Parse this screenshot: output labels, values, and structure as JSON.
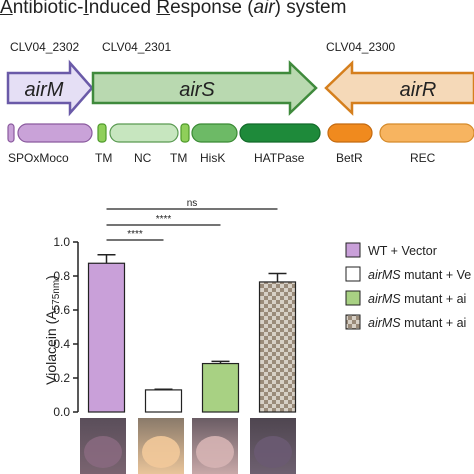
{
  "title": {
    "c1": "A",
    "p1": "ntibiotic-",
    "c2": "I",
    "p2": "nduced ",
    "c3": "R",
    "p3": "esponse (",
    "italic": "air",
    "p4": ") system"
  },
  "operon": {
    "genes": [
      {
        "locus": "CLV04_2302",
        "name": "airM",
        "fill": "#e5dff5",
        "stroke": "#6a5aa8",
        "direction": "right"
      },
      {
        "locus": "CLV04_2301",
        "name": "airS",
        "fill": "#b9d9b0",
        "stroke": "#3f8a3c",
        "direction": "right"
      },
      {
        "locus": "CLV04_2300",
        "name": "airR",
        "fill": "#f5d9b8",
        "stroke": "#d57f1d",
        "direction": "left"
      }
    ],
    "domains": [
      {
        "label": "SPOxMoco",
        "fill": "#c9a2d8",
        "stroke": "#8a5a9e"
      },
      {
        "label": "TM",
        "fill": "#8fcf5a",
        "stroke": "#4e9a2a"
      },
      {
        "label": "NC",
        "fill": "#c7e6bf",
        "stroke": "#5a9a52"
      },
      {
        "label": "TM",
        "fill": "#8fcf5a",
        "stroke": "#4e9a2a"
      },
      {
        "label": "HisK",
        "fill": "#6dba66",
        "stroke": "#3a8a34"
      },
      {
        "label": "HATPase",
        "fill": "#1e8a3a",
        "stroke": "#136b2a"
      },
      {
        "label": "BetR",
        "fill": "#f08a1e",
        "stroke": "#c46a10"
      },
      {
        "label": "REC",
        "fill": "#f7b460",
        "stroke": "#d58a2a"
      }
    ]
  },
  "chart_data": {
    "type": "bar",
    "categories": [
      "WT + Vector",
      "airMS mutant + Vector",
      "airMS mutant + airS",
      "airMS mutant + airMS"
    ],
    "legend_labels": [
      {
        "italic": "",
        "rest": "WT + Vector"
      },
      {
        "italic": "airMS",
        "rest": " mutant + Ve"
      },
      {
        "italic": "airMS",
        "rest": " mutant + ai"
      },
      {
        "italic": "airMS",
        "rest": " mutant + ai"
      }
    ],
    "values": [
      0.875,
      0.13,
      0.285,
      0.765
    ],
    "errors": [
      0.05,
      0.004,
      0.013,
      0.05
    ],
    "fills": [
      "#c9a0d9",
      "#ffffff",
      "#a8d183",
      "checker"
    ],
    "ylabel_main": "Violacein (A",
    "ylabel_sub": "575nm",
    "ylabel_end": ")",
    "ylim": [
      0,
      1.0
    ],
    "yticks": [
      "0.0",
      "0.2",
      "0.4",
      "0.6",
      "0.8",
      "1.0"
    ],
    "significance": [
      {
        "from": 0,
        "to": 3,
        "label": "ns"
      },
      {
        "from": 0,
        "to": 2,
        "label": "****"
      },
      {
        "from": 0,
        "to": 1,
        "label": "****"
      }
    ],
    "legend_placement": "right"
  },
  "colors": {
    "axis": "#222222",
    "checker_dark": "#9a8b7a",
    "checker_light": "#d7d0c6"
  }
}
